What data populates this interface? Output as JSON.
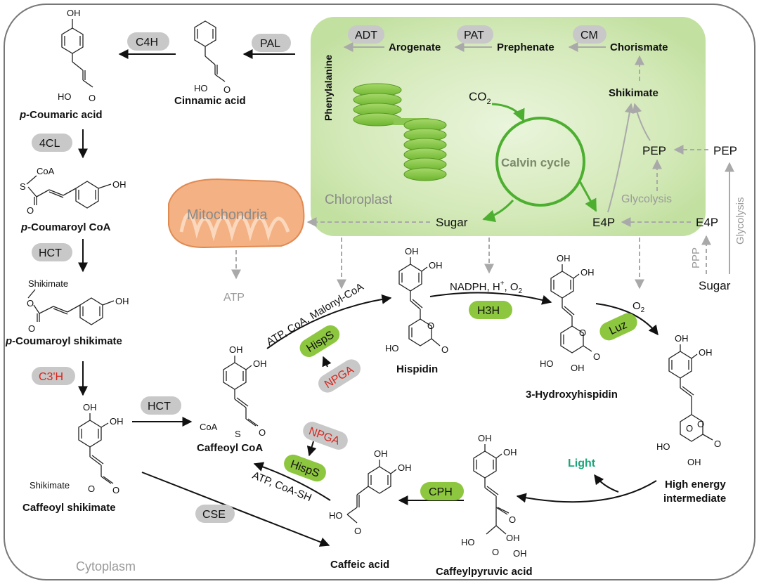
{
  "regions": {
    "cytoplasm": "Cytoplasm",
    "chloroplast": "Chloroplast",
    "mitochondria": "Mitochondria",
    "calvin_cycle": "Calvin cycle"
  },
  "compounds": {
    "cinnamic_acid": "Cinnamic acid",
    "p_coumaric_prefix": "p-",
    "p_coumaric_rest": "Coumaric acid",
    "p_coumaroyl_coa_prefix": "p-",
    "p_coumaroyl_coa_rest": "Coumaroyl CoA",
    "p_coumaroyl_shikimate_prefix": "p-",
    "p_coumaroyl_shikimate_rest": "Coumaroyl shikimate",
    "caffeoyl_shikimate": "Caffeoyl shikimate",
    "caffeoyl_coa": "Caffeoyl CoA",
    "hispidin": "Hispidin",
    "hydroxyhispidin": "3-Hydroxyhispidin",
    "high_energy_1": "High energy",
    "high_energy_2": "intermediate",
    "caffeylpyruvic_acid": "Caffeylpyruvic acid",
    "caffeic_acid": "Caffeic acid",
    "phenylalanine": "Phenylalanine",
    "arogenate": "Arogenate",
    "prephenate": "Prephenate",
    "chorismate": "Chorismate",
    "shikimate": "Shikimate",
    "pep_in": "PEP",
    "pep_out": "PEP",
    "e4p_in": "E4P",
    "e4p_out": "E4P",
    "sugar_in": "Sugar",
    "sugar_out": "Sugar",
    "co2": "CO",
    "co2_sub": "2",
    "atp": "ATP",
    "glycolysis_in": "Glycolysis",
    "glycolysis_out": "Glycolysis",
    "ppp": "PPP",
    "light": "Light"
  },
  "enzymes": {
    "pal": "PAL",
    "c4h": "C4H",
    "fourcl": "4CL",
    "hct1": "HCT",
    "c3h": "C3'H",
    "hct2": "HCT",
    "cse": "CSE",
    "hisps1": "HispS",
    "hisps2": "HispS",
    "npga1": "NPGA",
    "npga2": "NPGA",
    "h3h": "H3H",
    "luz": "Luz",
    "cph": "CPH",
    "adt": "ADT",
    "pat": "PAT",
    "cm": "CM"
  },
  "reaction_labels": {
    "hisps_cofactors": "ATP, CoA, Malonyl-CoA",
    "h3h_cofactors_a": "NADPH, H",
    "h3h_cofactors_plus": "+",
    "h3h_cofactors_b": ", O",
    "h3h_cofactors_sub": "2",
    "luz_o2": "O",
    "luz_o2_sub": "2",
    "reverse_cofactors": "ATP, CoA-SH"
  },
  "atoms": {
    "oh": "OH",
    "o": "O",
    "ho": "HO",
    "coa": "CoA",
    "s": "S",
    "shikimate": "Shikimate"
  },
  "colors": {
    "chloroplast_fill": "#cfe6b3",
    "enzyme_green": "#8dc63f",
    "enzyme_gray": "#c8c8c8",
    "mito_fill": "#f4b183",
    "light_text": "#1aa57a",
    "red_text": "#d6261e"
  }
}
